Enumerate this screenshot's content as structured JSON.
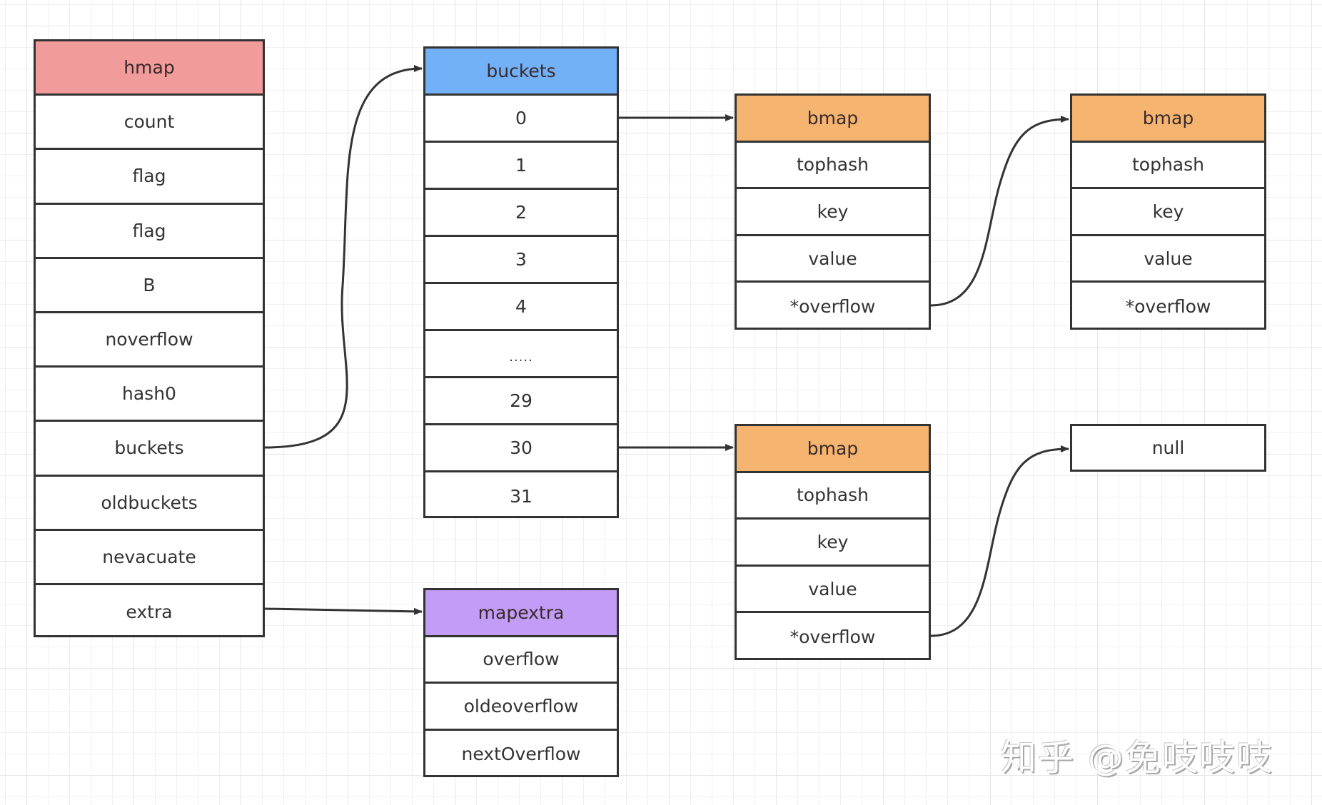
{
  "diagram": {
    "colors": {
      "hmap_header": "#f29b9b",
      "buckets_header": "#72b0f8",
      "bmap_header": "#f5b470",
      "mapextra_header": "#c29cf7",
      "stroke": "#333333"
    },
    "hmap": {
      "title": "hmap",
      "fields": [
        "count",
        "flag",
        "flag",
        "B",
        "noverflow",
        "hash0",
        "buckets",
        "oldbuckets",
        "nevacuate",
        "extra"
      ]
    },
    "buckets": {
      "title": "buckets",
      "slots": [
        "0",
        "1",
        "2",
        "3",
        "4",
        ".....",
        "29",
        "30",
        "31"
      ]
    },
    "bmaps": [
      {
        "title": "bmap",
        "fields": [
          "tophash",
          "key",
          "value",
          "*overflow"
        ]
      },
      {
        "title": "bmap",
        "fields": [
          "tophash",
          "key",
          "value",
          "*overflow"
        ]
      },
      {
        "title": "bmap",
        "fields": [
          "tophash",
          "key",
          "value",
          "*overflow"
        ]
      }
    ],
    "null_node": {
      "label": "null"
    },
    "mapextra": {
      "title": "mapextra",
      "fields": [
        "overflow",
        "oldeoverflow",
        "nextOverflow"
      ]
    },
    "edges": [
      {
        "from": "hmap.buckets",
        "to": "buckets"
      },
      {
        "from": "hmap.extra",
        "to": "mapextra"
      },
      {
        "from": "buckets.0",
        "to": "bmap[0]"
      },
      {
        "from": "buckets.30",
        "to": "bmap[2]"
      },
      {
        "from": "bmap[0].*overflow",
        "to": "bmap[1]"
      },
      {
        "from": "bmap[2].*overflow",
        "to": "null"
      }
    ]
  },
  "watermark": "知乎 @兔吱吱吱"
}
